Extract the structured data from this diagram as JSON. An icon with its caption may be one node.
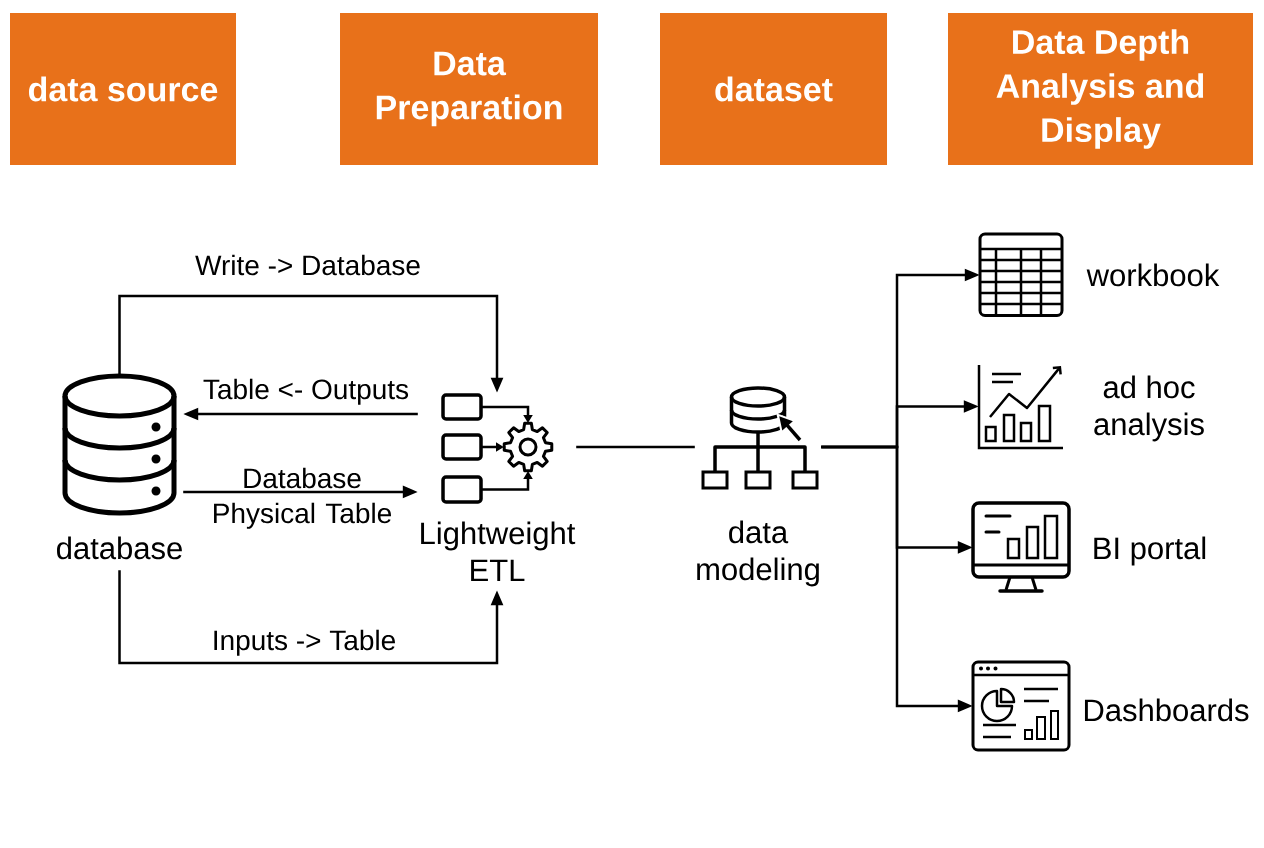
{
  "diagram": {
    "nodes": [
      {
        "text": [
          "data source"
        ]
      },
      {
        "text": [
          "Data Preparation"
        ]
      },
      {
        "text": [
          "dataset"
        ]
      },
      {
        "text": [
          "Data Depth Analysis and Display"
        ]
      },
      {
        "text": [
          "database"
        ]
      },
      {
        "text": [
          "Lightweight ETL"
        ]
      },
      {
        "text": [
          "data modeling"
        ]
      },
      {
        "text": [
          "workbook"
        ]
      },
      {
        "text": [
          "ad hoc analysis"
        ]
      },
      {
        "text": [
          "BI portal"
        ]
      },
      {
        "text": [
          "Dashboards"
        ]
      }
    ],
    "edges": [
      {
        "from": 4,
        "to": 5,
        "arrow": "to",
        "label": "Write -> Database"
      },
      {
        "from": 5,
        "to": 4,
        "arrow": "to",
        "label": "Table <- Outputs"
      },
      {
        "from": 4,
        "to": 5,
        "arrow": "to",
        "label": "Database Physical Table"
      },
      {
        "from": 4,
        "to": 5,
        "arrow": "to",
        "label": "Inputs -> Table"
      },
      {
        "from": 5,
        "to": 6,
        "arrow": "none"
      },
      {
        "from": 6,
        "to": 7,
        "arrow": "to"
      },
      {
        "from": 6,
        "to": 8,
        "arrow": "to"
      },
      {
        "from": 6,
        "to": 9,
        "arrow": "to"
      },
      {
        "from": 6,
        "to": 10,
        "arrow": "to"
      }
    ]
  }
}
